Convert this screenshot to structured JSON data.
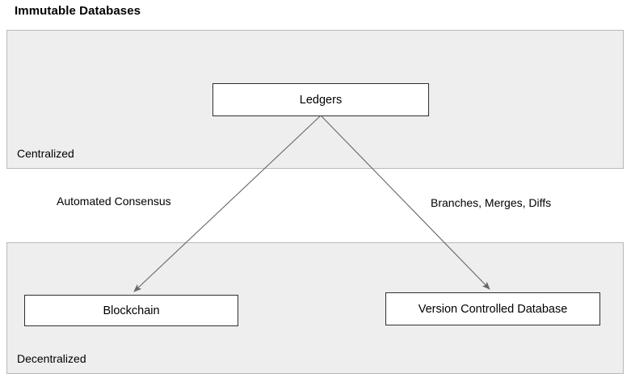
{
  "title": "Immutable Databases",
  "groups": [
    {
      "id": "centralized",
      "label": "Centralized"
    },
    {
      "id": "decentralized",
      "label": "Decentralized"
    }
  ],
  "nodes": [
    {
      "id": "ledgers",
      "label": "Ledgers"
    },
    {
      "id": "blockchain",
      "label": "Blockchain"
    },
    {
      "id": "vcdb",
      "label": "Version Controlled Database"
    }
  ],
  "edges": [
    {
      "id": "ledgers-to-blockchain",
      "label": "Automated Consensus",
      "from": "Ledgers",
      "to": "Blockchain"
    },
    {
      "id": "ledgers-to-vcdb",
      "label": "Branches, Merges, Diffs",
      "from": "Ledgers",
      "to": "Version Controlled Database"
    }
  ],
  "colors": {
    "group_fill": "#eeeeee",
    "group_border": "#b9b9b9",
    "node_fill": "#ffffff",
    "node_border": "#2f2f2f",
    "edge_stroke": "#666666",
    "text": "#000000",
    "page_background": "#ffffff"
  }
}
